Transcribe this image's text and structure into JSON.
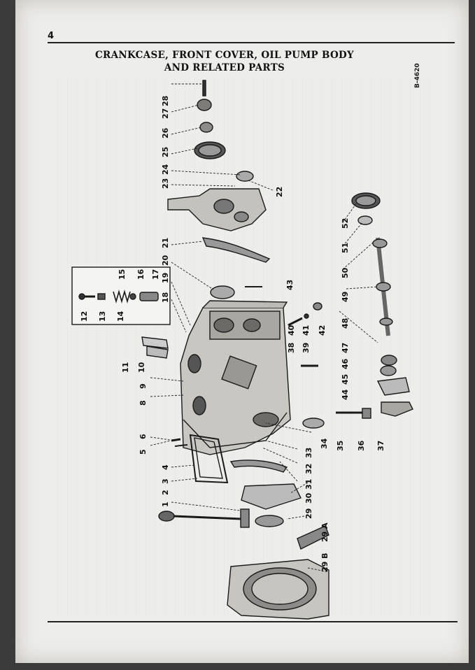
{
  "page": {
    "number": "4",
    "figure_code": "B-4620"
  },
  "title": {
    "line1": "CRANKCASE, FRONT COVER, OIL PUMP BODY",
    "line2": "AND RELATED PARTS"
  },
  "callouts": [
    "1",
    "2",
    "3",
    "4",
    "5",
    "6",
    "8",
    "9",
    "10",
    "11",
    "12",
    "13",
    "14",
    "15",
    "16",
    "17",
    "18",
    "19",
    "20",
    "21",
    "22",
    "23",
    "24",
    "25",
    "26",
    "27",
    "28",
    "29",
    "29 A",
    "29 B",
    "30",
    "31",
    "32",
    "33",
    "34",
    "35",
    "36",
    "37",
    "38",
    "39",
    "40",
    "41",
    "42",
    "43",
    "44",
    "45",
    "46",
    "47",
    "48",
    "49",
    "50",
    "51",
    "52"
  ]
}
